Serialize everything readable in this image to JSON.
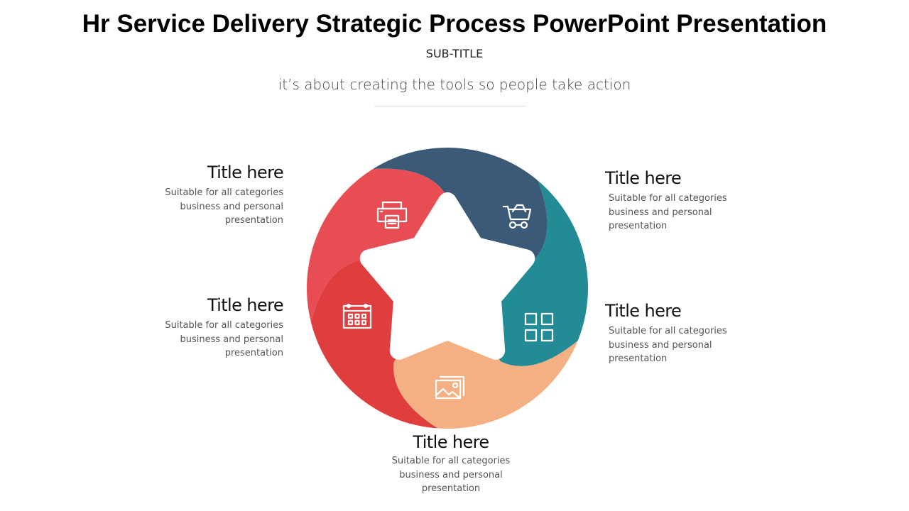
{
  "slide": {
    "title": "Hr Service Delivery Strategic Process PowerPoint Presentation",
    "subtitle": "SUB-TITLE",
    "tagline": "it’s about creating the tools so people take action"
  },
  "diagram": {
    "segments": [
      {
        "name": "printer",
        "color": "#3b5a78",
        "icon": "cart-icon"
      },
      {
        "name": "grid",
        "color": "#238b95",
        "icon": "grid-icon"
      },
      {
        "name": "image",
        "color": "#f4b082",
        "icon": "image-icon"
      },
      {
        "name": "calendar",
        "color": "#e03e3e",
        "icon": "calendar-icon"
      },
      {
        "name": "print",
        "color": "#e84d53",
        "icon": "printer-icon"
      }
    ]
  },
  "items": [
    {
      "title": "Title here",
      "desc": "Suitable for all categories\nbusiness and personal\npresentation"
    },
    {
      "title": "Title here",
      "desc": "Suitable for all categories\nbusiness and personal\npresentation"
    },
    {
      "title": "Title here",
      "desc": "Suitable for all categories\nbusiness and personal\npresentation"
    },
    {
      "title": "Title here",
      "desc": "Suitable for all categories\nbusiness and personal\npresentation"
    },
    {
      "title": "Title here",
      "desc": "Suitable for all categories\nbusiness and personal\npresentation"
    }
  ]
}
